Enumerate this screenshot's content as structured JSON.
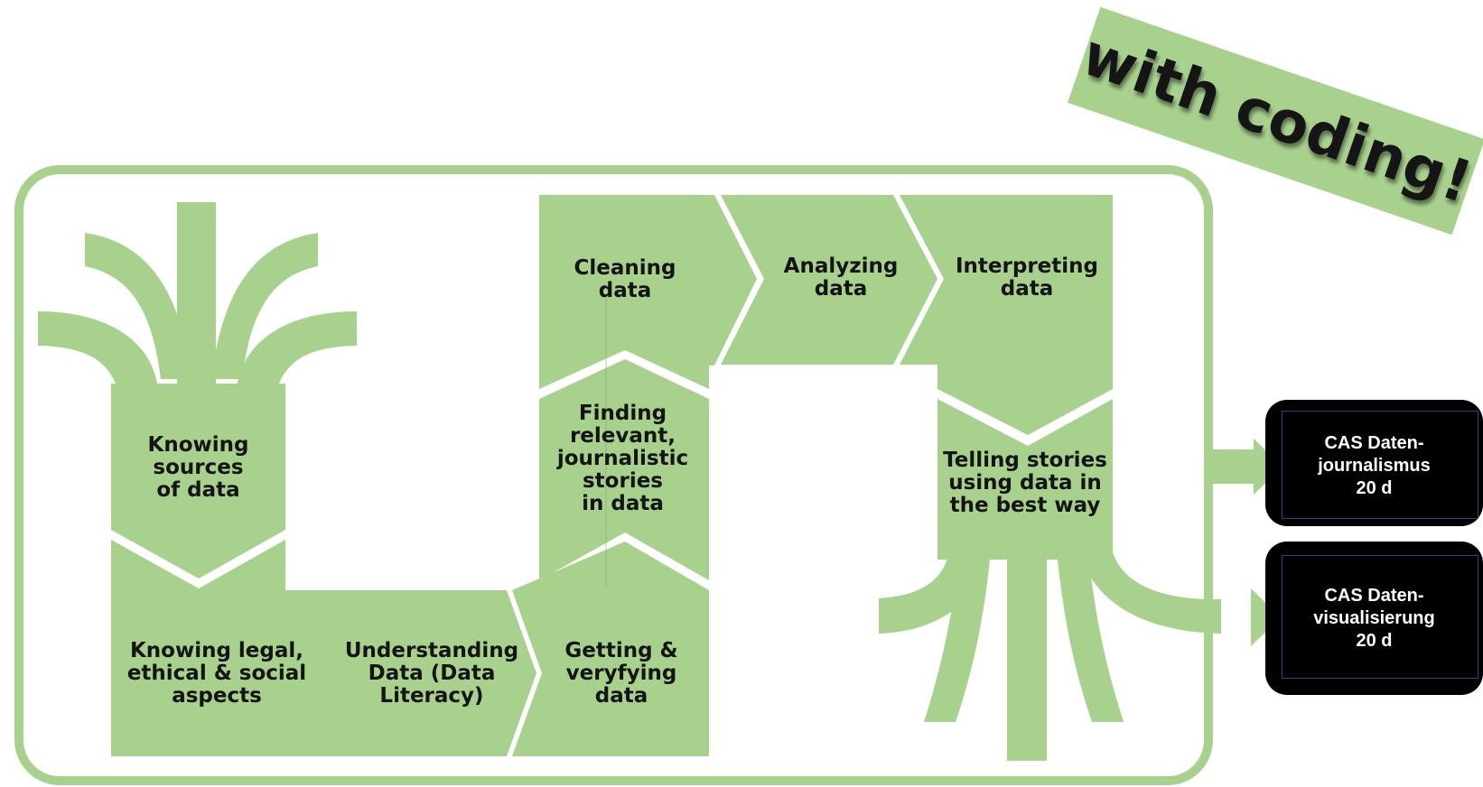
{
  "colors": {
    "green": "#a8d18e",
    "dark": "#000000",
    "text": "#141414",
    "white": "#ffffff"
  },
  "banner": {
    "text": "with coding!"
  },
  "steps": {
    "knowing_sources": "Knowing\nsources\nof data",
    "knowing_legal": "Knowing legal,\nethical & social\naspects",
    "understanding": "Understanding\nData (Data\nLiteracy)",
    "getting": "Getting &\nveryfying\ndata",
    "finding": "Finding\nrelevant,\njournalistic\nstories\nin data",
    "cleaning": "Cleaning\ndata",
    "analyzing": "Analyzing\ndata",
    "interpreting": "Interpreting\ndata",
    "telling": "Telling stories\nusing data in\nthe best way"
  },
  "outputs": [
    {
      "label": "CAS Daten-\njournalismus\n20 d"
    },
    {
      "label": "CAS Daten-\nvisualisierung\n20 d"
    }
  ],
  "icons": {
    "roots_top": "tree-roots-icon",
    "roots_bottom": "tree-roots-icon",
    "arrow": "arrow-right-icon"
  }
}
